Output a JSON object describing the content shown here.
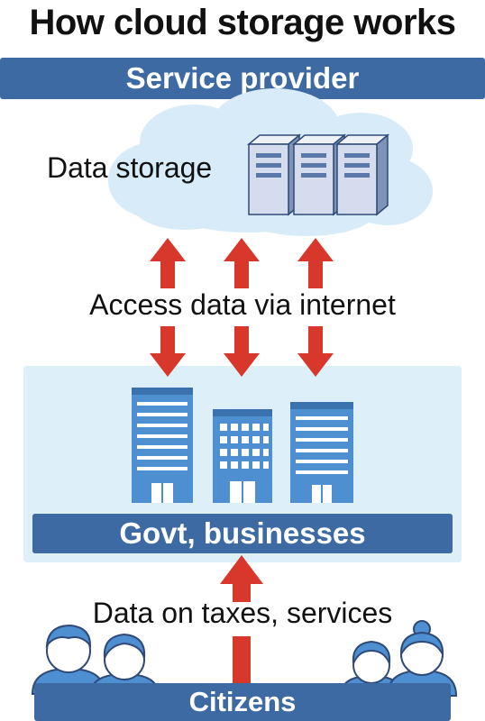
{
  "title": "How cloud storage works",
  "provider": {
    "label": "Service provider"
  },
  "storage": {
    "label": "Data storage"
  },
  "access": {
    "label": "Access data via internet"
  },
  "organizations": {
    "label": "Govt, businesses"
  },
  "citizen_data": {
    "label": "Data on taxes, services"
  },
  "citizens": {
    "label": "Citizens"
  },
  "colors": {
    "bar": "#3d6aa3",
    "arrow": "#d8372b",
    "cloud": "#d7ebf8",
    "panel": "#ddeff9",
    "building": "#4d8fd0"
  },
  "icons": [
    "cloud-icon",
    "server-icon",
    "building-icon",
    "arrow-icon",
    "person-icon"
  ]
}
